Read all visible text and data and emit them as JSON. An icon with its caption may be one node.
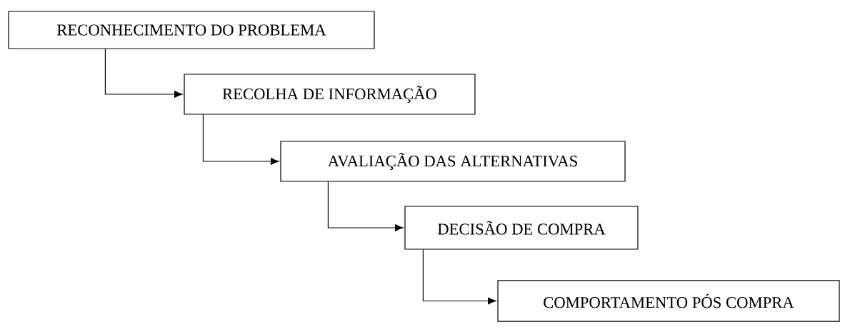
{
  "diagram": {
    "nodes": [
      {
        "text": [
          "RECONHECIMENTO DO PROBLEMA"
        ]
      },
      {
        "text": [
          "RECOLHA DE INFORMAÇÃO"
        ]
      },
      {
        "text": [
          "AVALIAÇÃO DAS ALTERNATIVAS"
        ]
      },
      {
        "text": [
          "DECISÃO DE COMPRA"
        ]
      },
      {
        "text": [
          "COMPORTAMENTO PÓS COMPRA"
        ]
      }
    ],
    "edges": [
      {
        "from": 0,
        "to": 1,
        "arrow": "to"
      },
      {
        "from": 1,
        "to": 2,
        "arrow": "to"
      },
      {
        "from": 2,
        "to": 3,
        "arrow": "to"
      },
      {
        "from": 3,
        "to": 4,
        "arrow": "to"
      }
    ]
  }
}
